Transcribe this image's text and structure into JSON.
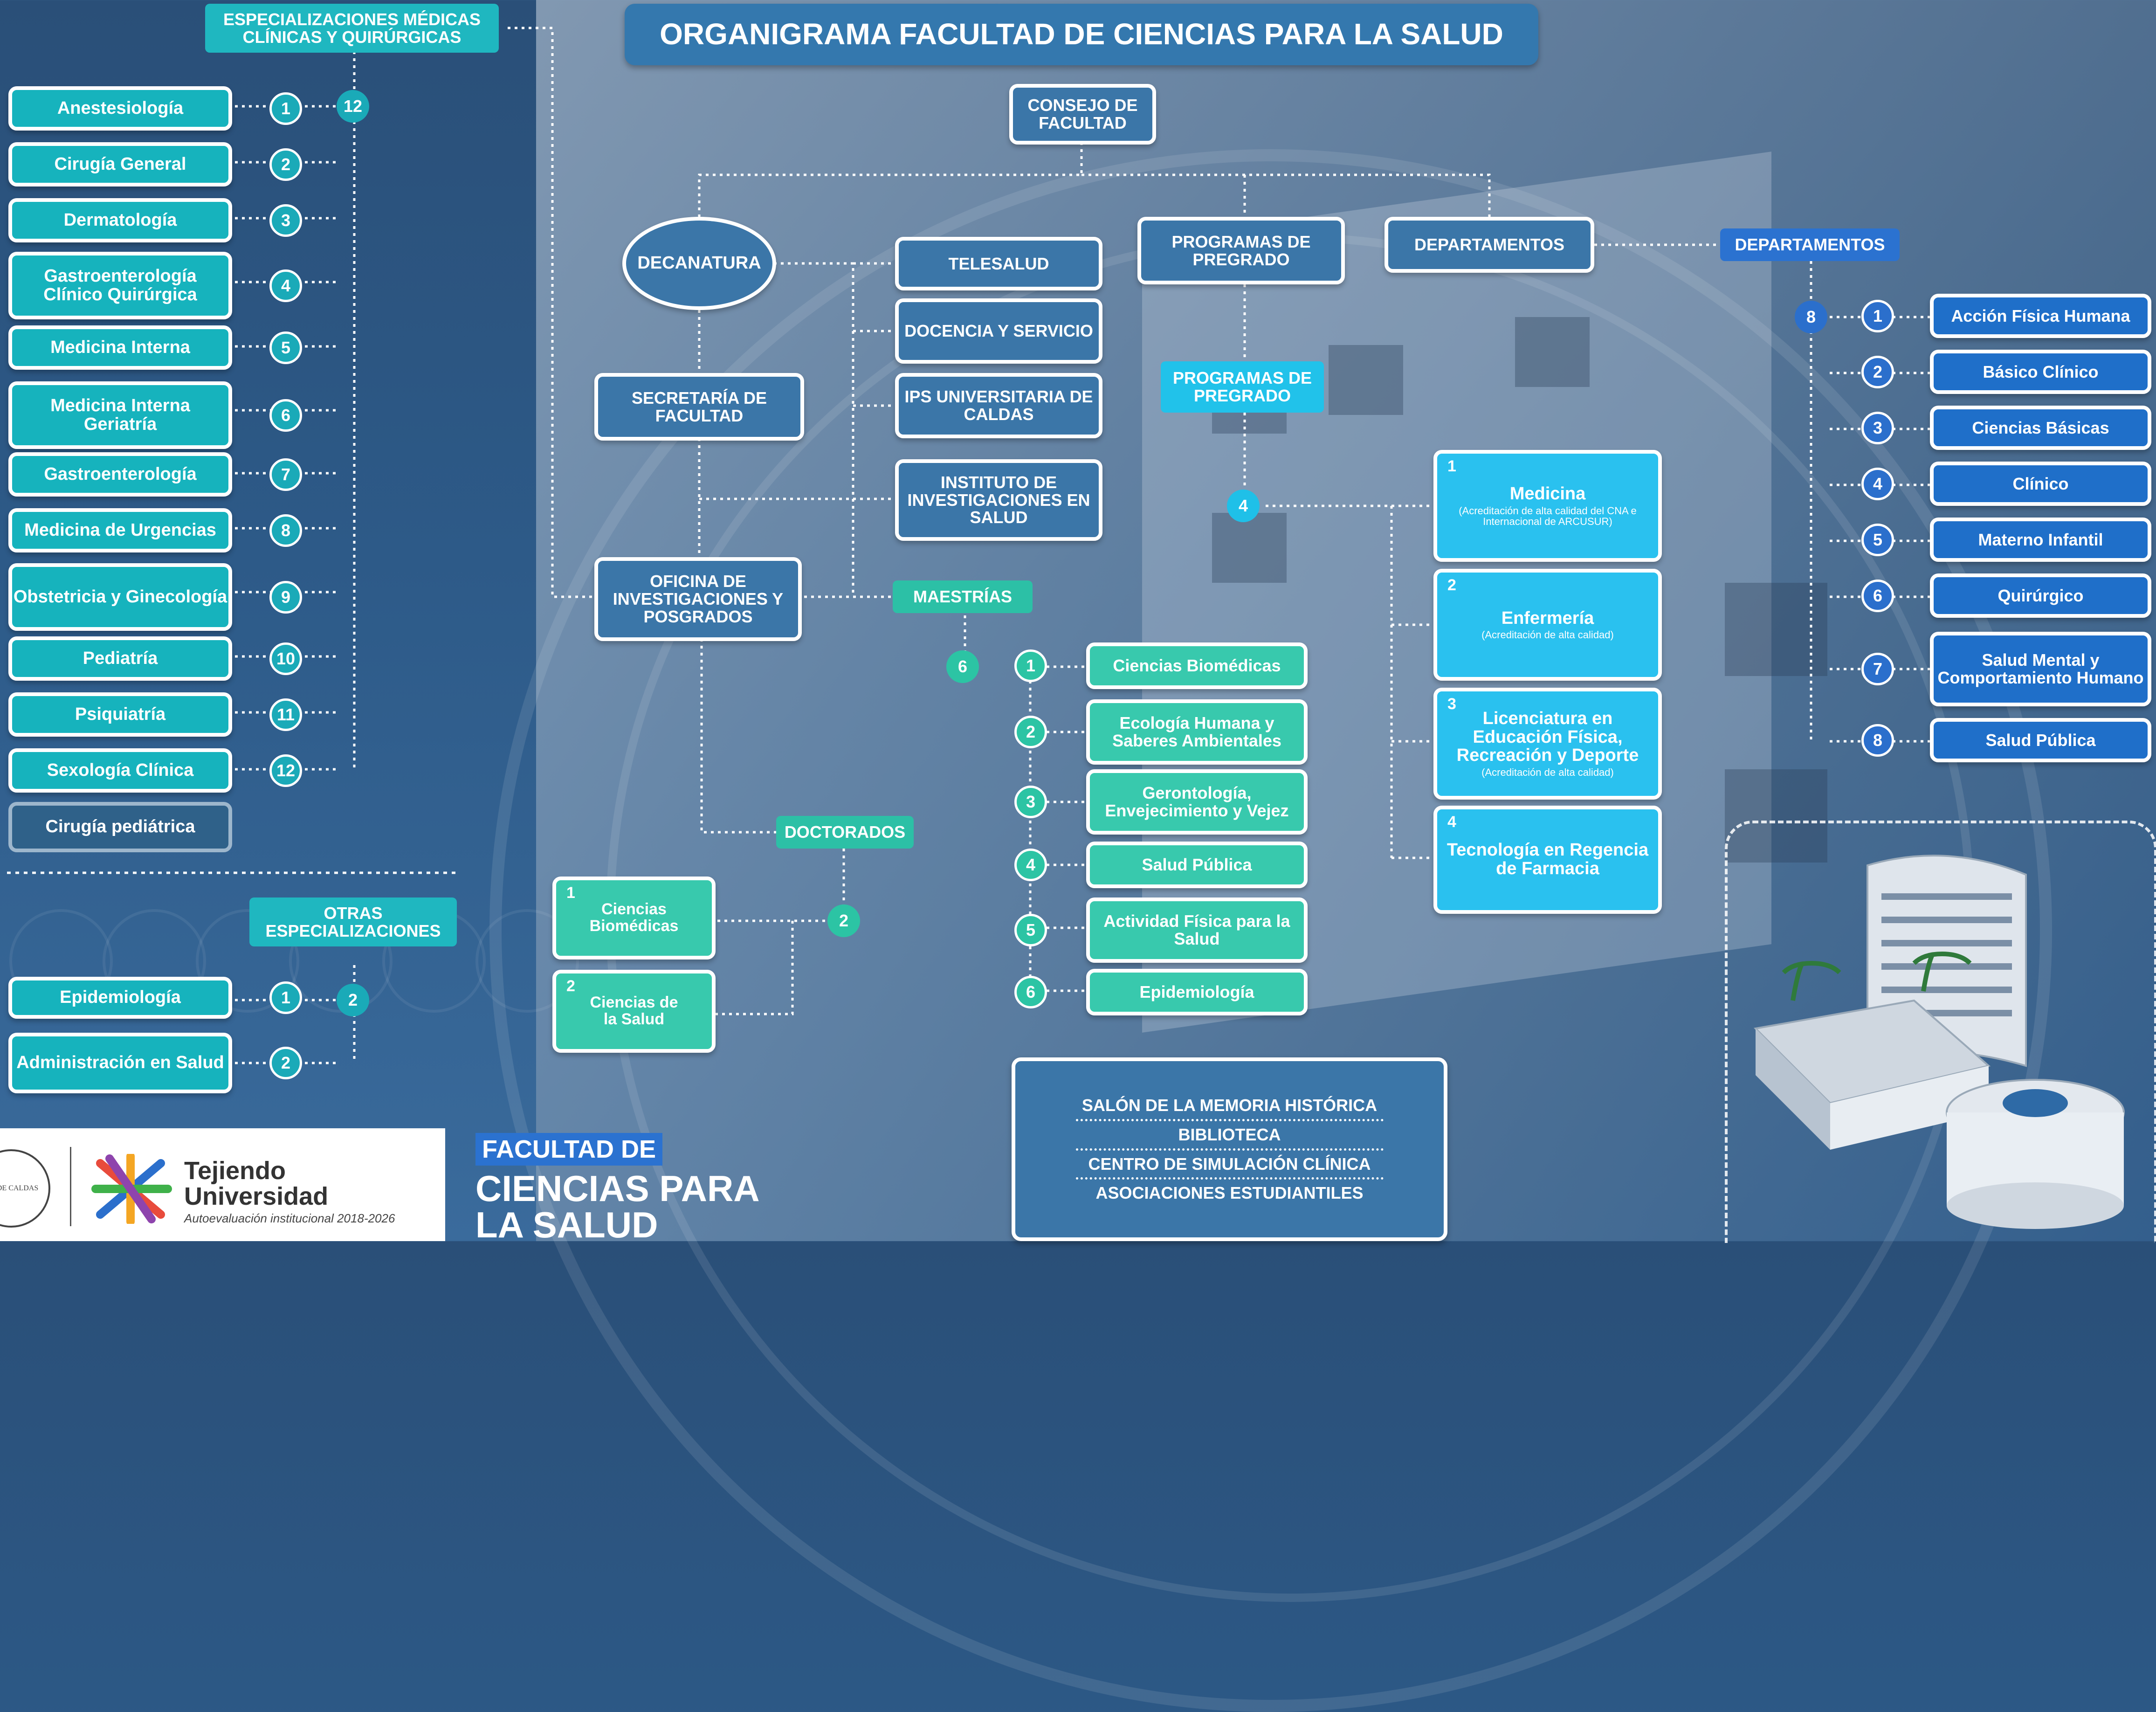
{
  "title": "ORGANIGRAMA FACULTAD DE CIENCIAS PARA LA SALUD",
  "consejo": "CONSEJO DE FACULTAD",
  "decanatura": "DECANATURA",
  "secretaria": "SECRETARÍA DE FACULTAD",
  "oficina": "OFICINA DE INVESTIGACIONES Y POSGRADOS",
  "telesalud": "TELESALUD",
  "docencia": "DOCENCIA Y SERVICIO",
  "ips": "IPS UNIVERSITARIA DE CALDAS",
  "instituto": "INSTITUTO DE INVESTIGACIONES EN SALUD",
  "programas_box": "PROGRAMAS DE PREGRADO",
  "programas_hdr": "PROGRAMAS DE PREGRADO",
  "programas_count": "4",
  "programas": [
    {
      "n": "1",
      "name": "Medicina",
      "note": "(Acreditación de alta calidad del CNA e Internacional de ARCUSUR)"
    },
    {
      "n": "2",
      "name": "Enfermería",
      "note": "(Acreditación de alta calidad)"
    },
    {
      "n": "3",
      "name": "Licenciatura en Educación Física, Recreación y Deporte",
      "note": "(Acreditación de alta calidad)"
    },
    {
      "n": "4",
      "name": "Tecnología en Regencia de Farmacia",
      "note": ""
    }
  ],
  "departamentos_box": "DEPARTAMENTOS",
  "departamentos_hdr": "DEPARTAMENTOS",
  "departamentos_count": "8",
  "departamentos": [
    {
      "n": "1",
      "name": "Acción Física Humana"
    },
    {
      "n": "2",
      "name": "Básico Clínico"
    },
    {
      "n": "3",
      "name": "Ciencias Básicas"
    },
    {
      "n": "4",
      "name": "Clínico"
    },
    {
      "n": "5",
      "name": "Materno Infantil"
    },
    {
      "n": "6",
      "name": "Quirúrgico"
    },
    {
      "n": "7",
      "name": "Salud Mental y Comportamiento Humano"
    },
    {
      "n": "8",
      "name": "Salud Pública"
    }
  ],
  "especializaciones_hdr": "ESPECIALIZACIONES MÉDICAS CLÍNICAS Y QUIRÚRGICAS",
  "especializaciones_count": "12",
  "especializaciones": [
    {
      "n": "1",
      "name": "Anestesiología"
    },
    {
      "n": "2",
      "name": "Cirugía General"
    },
    {
      "n": "3",
      "name": "Dermatología"
    },
    {
      "n": "4",
      "name": "Gastroenterología Clínico Quirúrgica"
    },
    {
      "n": "5",
      "name": "Medicina Interna"
    },
    {
      "n": "6",
      "name": "Medicina Interna Geriatría"
    },
    {
      "n": "7",
      "name": "Gastroenterología"
    },
    {
      "n": "8",
      "name": "Medicina de Urgencias"
    },
    {
      "n": "9",
      "name": "Obstetricia y Ginecología"
    },
    {
      "n": "10",
      "name": "Pediatría"
    },
    {
      "n": "11",
      "name": "Psiquiatría"
    },
    {
      "n": "12",
      "name": "Sexología Clínica"
    }
  ],
  "cirugia_pediatrica": "Cirugía pediátrica",
  "otras_hdr": "OTRAS ESPECIALIZACIONES",
  "otras_count": "2",
  "otras": [
    {
      "n": "1",
      "name": "Epidemiología"
    },
    {
      "n": "2",
      "name": "Administración en Salud"
    }
  ],
  "maestrias_hdr": "MAESTRÍAS",
  "maestrias_count": "6",
  "maestrias": [
    {
      "n": "1",
      "name": "Ciencias Biomédicas"
    },
    {
      "n": "2",
      "name": "Ecología Humana y Saberes Ambientales"
    },
    {
      "n": "3",
      "name": "Gerontología, Envejecimiento y Vejez"
    },
    {
      "n": "4",
      "name": "Salud Pública"
    },
    {
      "n": "5",
      "name": "Actividad Física para la Salud"
    },
    {
      "n": "6",
      "name": "Epidemiología"
    }
  ],
  "doctorados_hdr": "DOCTORADOS",
  "doctorados_count": "2",
  "doctorados": [
    {
      "n": "1",
      "name": "Ciencias Biomédicas"
    },
    {
      "n": "2",
      "name": "Ciencias de la Salud"
    }
  ],
  "otros_servicios": [
    "SALÓN DE LA MEMORIA HISTÓRICA",
    "BIBLIOTECA",
    "CENTRO DE SIMULACIÓN CLÍNICA",
    "ASOCIACIONES ESTUDIANTILES"
  ],
  "footer": {
    "seal_text": "AD DE CALDAS",
    "tejiendo": "Tejiendo",
    "universidad": "Universidad",
    "autoeval": "Autoevaluación institucional 2018-2026",
    "facultad_de": "FACULTAD DE",
    "ciencias_para": "CIENCIAS PARA",
    "la_salud": "LA SALUD"
  },
  "colors": {
    "teal": "#16b3bd",
    "navy": "#3b76a8",
    "blue": "#1f6fc9",
    "mint": "#38c9ad",
    "cyan": "#2ac1ef"
  }
}
